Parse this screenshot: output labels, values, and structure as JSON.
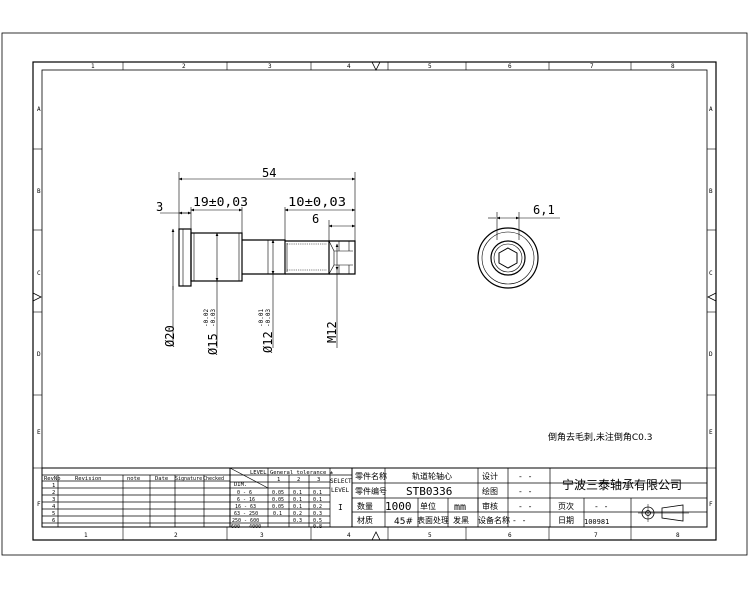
{
  "grid": {
    "cols_top": [
      "1",
      "2",
      "3",
      "4",
      "5",
      "6",
      "7",
      "8"
    ],
    "cols_bottom": [
      "1",
      "2",
      "3",
      "4",
      "5",
      "6",
      "7",
      "8"
    ],
    "rows_left": [
      "A",
      "B",
      "C",
      "D",
      "E",
      "F"
    ],
    "rows_right": [
      "A",
      "B",
      "C",
      "D",
      "E",
      "F"
    ]
  },
  "dims": {
    "overall": "54",
    "flange": "3",
    "shoulder": "19±0,03",
    "thread_len": "10±0,03",
    "thread_short": "6",
    "end_view": "6,1",
    "dia20": "Ø20",
    "dia15": "Ø15",
    "dia15_tol_top": "-0.02",
    "dia15_tol_bot": "-0.03",
    "dia12": "Ø12",
    "dia12_tol_top": "-0.01",
    "dia12_tol_bot": "-0.03",
    "thread": "M12"
  },
  "note": "倒角去毛刺,未注倒角C0.3",
  "revision_table": {
    "headers": [
      "RevNo",
      "Revision",
      "note",
      "Date",
      "Signature",
      "Checked"
    ],
    "row_numbers": [
      "1",
      "2",
      "3",
      "4",
      "5",
      "6"
    ]
  },
  "tolerance_table": {
    "level": "LEVEL",
    "title": "General tolerance ±",
    "dim": "DIM.",
    "levels": [
      "1",
      "2",
      "3"
    ],
    "select": "SELECT",
    "select_level": "LEVEL",
    "rows": [
      [
        "0 - 6",
        "0.05",
        "0.1",
        "0.1"
      ],
      [
        "6 - 16",
        "0.05",
        "0.1",
        "0.1"
      ],
      [
        "16 - 63",
        "0.05",
        "0.1",
        "0.2"
      ],
      [
        "63 - 250",
        "0.1",
        "0.2",
        "0.3"
      ],
      [
        "250 - 600",
        "",
        "0.3",
        "0.5"
      ],
      [
        "600 - 4000",
        "",
        "",
        "0.8"
      ]
    ],
    "selected": "I"
  },
  "title_block": {
    "part_name_label": "零件名称",
    "part_name": "轨道轮轴心",
    "part_no_label": "零件编号",
    "part_no": "STB0336",
    "qty_label": "数量",
    "qty": "1000",
    "unit_label": "单位",
    "unit": "mm",
    "material_label": "材质",
    "material": "45#",
    "surface_label": "表面处理",
    "finish": "发黑",
    "equipment_label": "设备名称",
    "equipment": "- -",
    "design_label": "设计",
    "design": "- -",
    "draw_label": "绘图",
    "draw": "- -",
    "review_label": "审核",
    "review": "- -",
    "page_label": "页次",
    "page": "- -",
    "date_label": "日期",
    "date": "100981",
    "company": "宁波三泰轴承有限公司"
  }
}
